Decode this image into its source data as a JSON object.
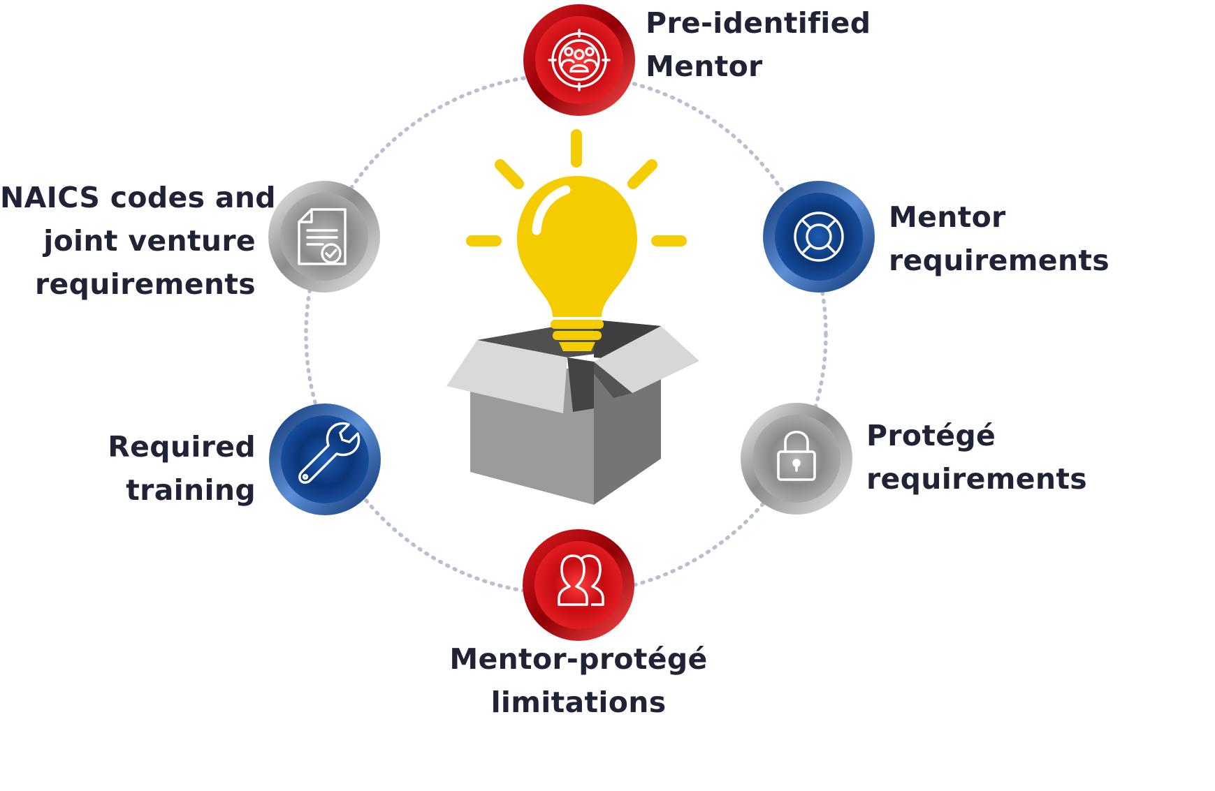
{
  "nodes": [
    {
      "id": "pre-identified-mentor",
      "lines": [
        "Pre-identified",
        "Mentor"
      ],
      "icon": "team-target-icon",
      "color": "red"
    },
    {
      "id": "mentor-requirements",
      "lines": [
        "Mentor",
        "requirements"
      ],
      "icon": "lifebuoy-icon",
      "color": "blue"
    },
    {
      "id": "protege-requirements",
      "lines": [
        "Protégé",
        "requirements"
      ],
      "icon": "padlock-icon",
      "color": "silver"
    },
    {
      "id": "mentor-protege-limitations",
      "lines": [
        "Mentor-protégé",
        "limitations"
      ],
      "icon": "two-people-icon",
      "color": "red"
    },
    {
      "id": "required-training",
      "lines": [
        "Required",
        "training"
      ],
      "icon": "wrench-icon",
      "color": "blue"
    },
    {
      "id": "naics-codes",
      "lines": [
        "NAICS codes and",
        "joint venture",
        "requirements"
      ],
      "icon": "document-check-icon",
      "color": "silver"
    }
  ],
  "center": {
    "icon": "lightbulb-in-box-icon"
  },
  "colors": {
    "red": "#d20a11",
    "blue": "#0f3f85",
    "silver": "#9b9b9b",
    "bulb": "#f5cc00",
    "ring_dots": "#b9bfd0",
    "text": "#1f2335"
  }
}
